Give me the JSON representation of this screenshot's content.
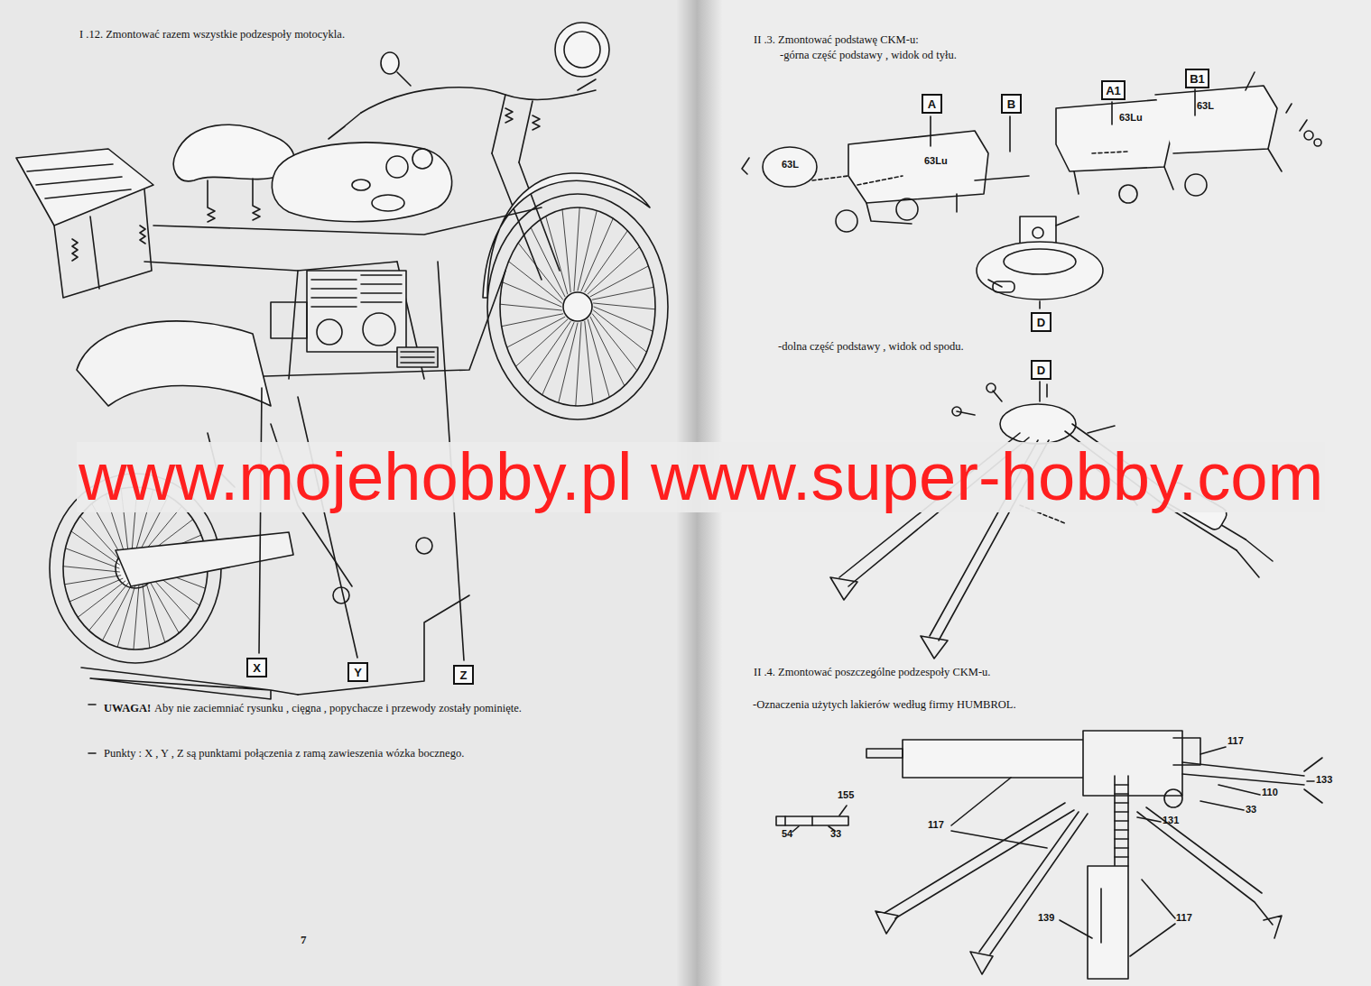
{
  "diagram": {
    "nodes": [
      {
        "text": [
          "X"
        ]
      },
      {
        "text": [
          "Y"
        ]
      },
      {
        "text": [
          "Z"
        ]
      },
      {
        "text": [
          "A"
        ]
      },
      {
        "text": [
          "B"
        ]
      },
      {
        "text": [
          "A1"
        ]
      },
      {
        "text": [
          "B1"
        ]
      },
      {
        "text": [
          "D"
        ]
      },
      {
        "text": [
          "D"
        ]
      }
    ],
    "labels": [
      "I .12. Zmontować razem wszystkie podzespoły motocykla.",
      "UWAGA!",
      "Aby nie zaciemniać rysunku , cięgna , popychacze i przewody zostały pominięte.",
      "Punkty : X , Y , Z są punktami połączenia z ramą zawieszenia wózka bocznego.",
      "7",
      "II .3. Zmontować podstawę CKM-u:",
      "-górna część podstawy , widok od tyłu.",
      "-dolna część podstawy , widok od spodu.",
      "II .4. Zmontować poszczególne podzespoły CKM-u.",
      "-Oznaczenia użytych lakierów według firmy HUMBROL.",
      "63L",
      "63Lu",
      "63Lu",
      "63L",
      "117",
      "133",
      "110",
      "33",
      "131",
      "117",
      "139",
      "117",
      "155",
      "54",
      "33",
      "www.mojehobby.pl www.super-hobby.com"
    ]
  }
}
